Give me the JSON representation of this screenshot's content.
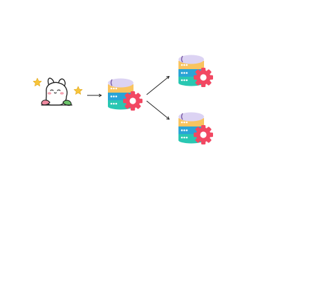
{
  "diagram": {
    "nodes": [
      {
        "id": "user",
        "icon": "bunny-mascot-icon"
      },
      {
        "id": "db-source",
        "icon": "database-gear-icon"
      },
      {
        "id": "db-target-top",
        "icon": "database-gear-icon"
      },
      {
        "id": "db-target-bottom",
        "icon": "database-gear-icon"
      }
    ],
    "edges": [
      {
        "from": "user",
        "to": "db-source"
      },
      {
        "from": "db-source",
        "to": "db-target-top"
      },
      {
        "from": "db-source",
        "to": "db-target-bottom"
      }
    ]
  },
  "colors": {
    "db_cap": "#dcd3f3",
    "db_cap_outline": "#7b5ca6",
    "db_band_top": "#f9c45f",
    "db_band_mid": "#2aa4d6",
    "db_band_bottom": "#29c7b2",
    "gear": "#f24862",
    "gear_hole": "#ffffff",
    "bunny_body": "#ffffff",
    "bunny_outline": "#1a1a1a",
    "bunny_blush": "#f6a4b3",
    "sparkle": "#f7c53a",
    "leaf_left": "#ef8aa0",
    "leaf_right": "#6cc36b",
    "arrow": "#222222"
  }
}
